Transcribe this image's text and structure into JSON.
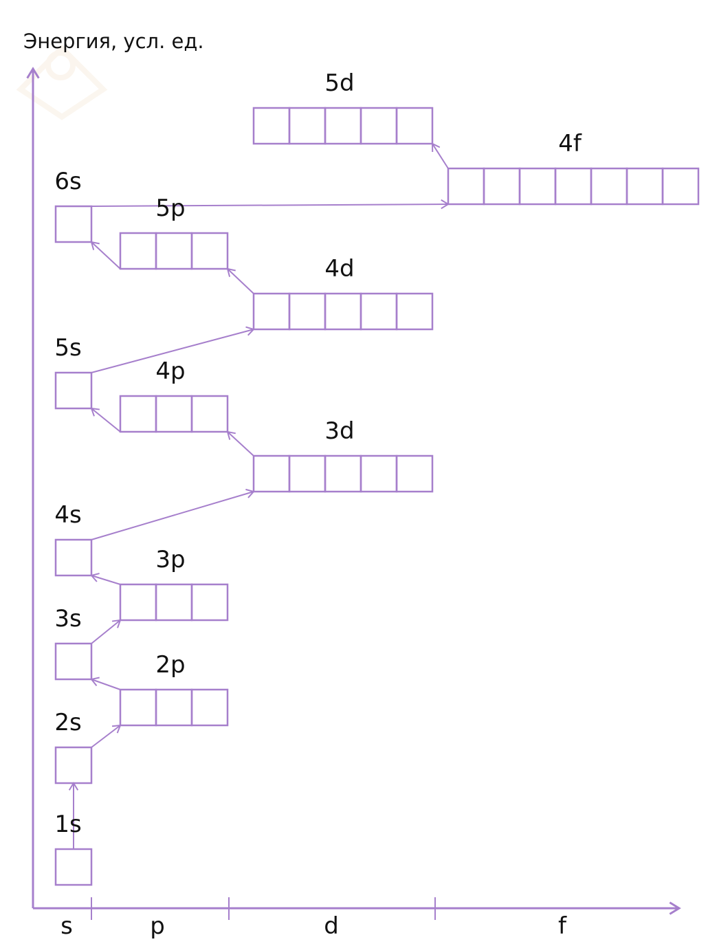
{
  "title": "Энергия, усл. ед.",
  "color": "#a67fcc",
  "axis_labels": [
    "s",
    "p",
    "d",
    "f"
  ],
  "orbitals": [
    {
      "name": "1s",
      "type": "s",
      "boxes": 1
    },
    {
      "name": "2s",
      "type": "s",
      "boxes": 1
    },
    {
      "name": "2p",
      "type": "p",
      "boxes": 3
    },
    {
      "name": "3s",
      "type": "s",
      "boxes": 1
    },
    {
      "name": "3p",
      "type": "p",
      "boxes": 3
    },
    {
      "name": "4s",
      "type": "s",
      "boxes": 1
    },
    {
      "name": "3d",
      "type": "d",
      "boxes": 5
    },
    {
      "name": "4p",
      "type": "p",
      "boxes": 3
    },
    {
      "name": "5s",
      "type": "s",
      "boxes": 1
    },
    {
      "name": "4d",
      "type": "d",
      "boxes": 5
    },
    {
      "name": "5p",
      "type": "p",
      "boxes": 3
    },
    {
      "name": "6s",
      "type": "s",
      "boxes": 1
    },
    {
      "name": "4f",
      "type": "f",
      "boxes": 7
    },
    {
      "name": "5d",
      "type": "d",
      "boxes": 5
    }
  ],
  "fill_order": [
    "1s",
    "2s",
    "2p",
    "3s",
    "3p",
    "4s",
    "3d",
    "4p",
    "5s",
    "4d",
    "5p",
    "6s",
    "4f",
    "5d"
  ]
}
